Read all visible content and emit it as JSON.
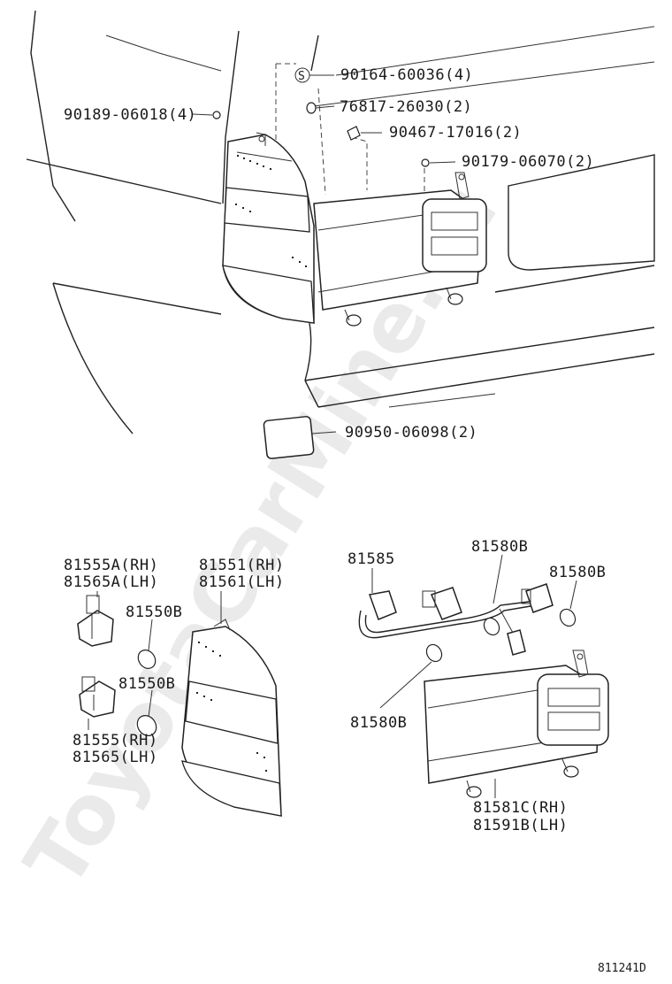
{
  "watermark": "ToyotaCarMine.ru",
  "diagram_code": "811241D",
  "labels": {
    "p90164": "90164-60036(4)",
    "p90164_marker": "S",
    "p76817": "76817-26030(2)",
    "p90189": "90189-06018(4)",
    "p90467": "90467-17016(2)",
    "p90179": "90179-06070(2)",
    "p90950": "90950-06098(2)",
    "p81555a_rh": "81555A(RH)",
    "p81565a_lh": "81565A(LH)",
    "p81551_rh": "81551(RH)",
    "p81561_lh": "81561(LH)",
    "p81550b_1": "81550B",
    "p81550b_2": "81550B",
    "p81555_rh": "81555(RH)",
    "p81565_lh": "81565(LH)",
    "p81585": "81585",
    "p81580b_1": "81580B",
    "p81580b_2": "81580B",
    "p81580b_3": "81580B",
    "p81581c_rh": "81581C(RH)",
    "p81591b_lh": "81591B(LH)"
  }
}
